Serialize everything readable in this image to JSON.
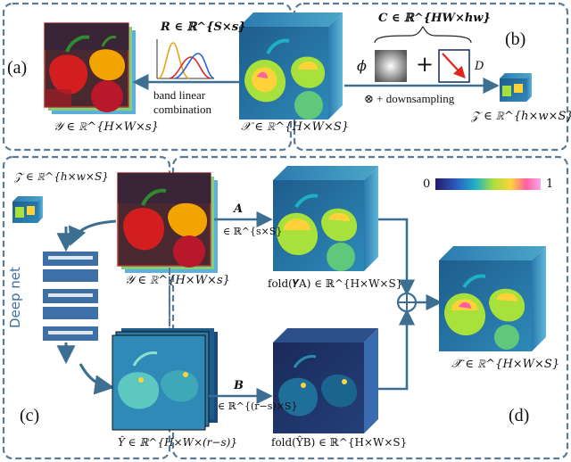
{
  "panels": {
    "a": "(a)",
    "b": "(b)",
    "c": "(c)",
    "d": "(d)"
  },
  "top": {
    "R_label": "R ∈ ℝ^{S×s}",
    "band_text_1": "band linear",
    "band_text_2": "combination",
    "C_label": "C ∈ ℝ^{HW×hw}",
    "phi": "ϕ",
    "plus": "+",
    "D": "D",
    "op_text": "⊗ + downsampling",
    "Y_label": "𝒴 ∈ ℝ^{H×W×s}",
    "X_label": "𝒳 ∈ ℝ^{H×W×S}",
    "Z_label": "𝒵 ∈ ℝ^{h×w×S}"
  },
  "bottom": {
    "Z_label": "𝒵 ∈ ℝ^{h×w×S}",
    "deep_net": "Deep net",
    "Y_label": "𝒴 ∈ ℝ^{H×W×s}",
    "A_label": "A",
    "A_dim": "∈ ℝ^{s×S}",
    "foldYA": "fold(𝒀A) ∈ ℝ^{H×W×S}",
    "B_label": "B",
    "B_dim": "∈ ℝ^{(r−s)×S}",
    "Yhat_label": "Ŷ ∈ ℝ^{H×W×(r−s)}",
    "foldYB": "fold(ŶB) ∈ ℝ^{H×W×S}",
    "Xhat_label": "𝒳̂ ∈ ℝ^{H×W×S}",
    "colorbar_min": "0",
    "colorbar_max": "1"
  },
  "colors": {
    "dash": "#5a7a96",
    "arrow": "#3d6f93",
    "net": "#3e6fa6"
  }
}
